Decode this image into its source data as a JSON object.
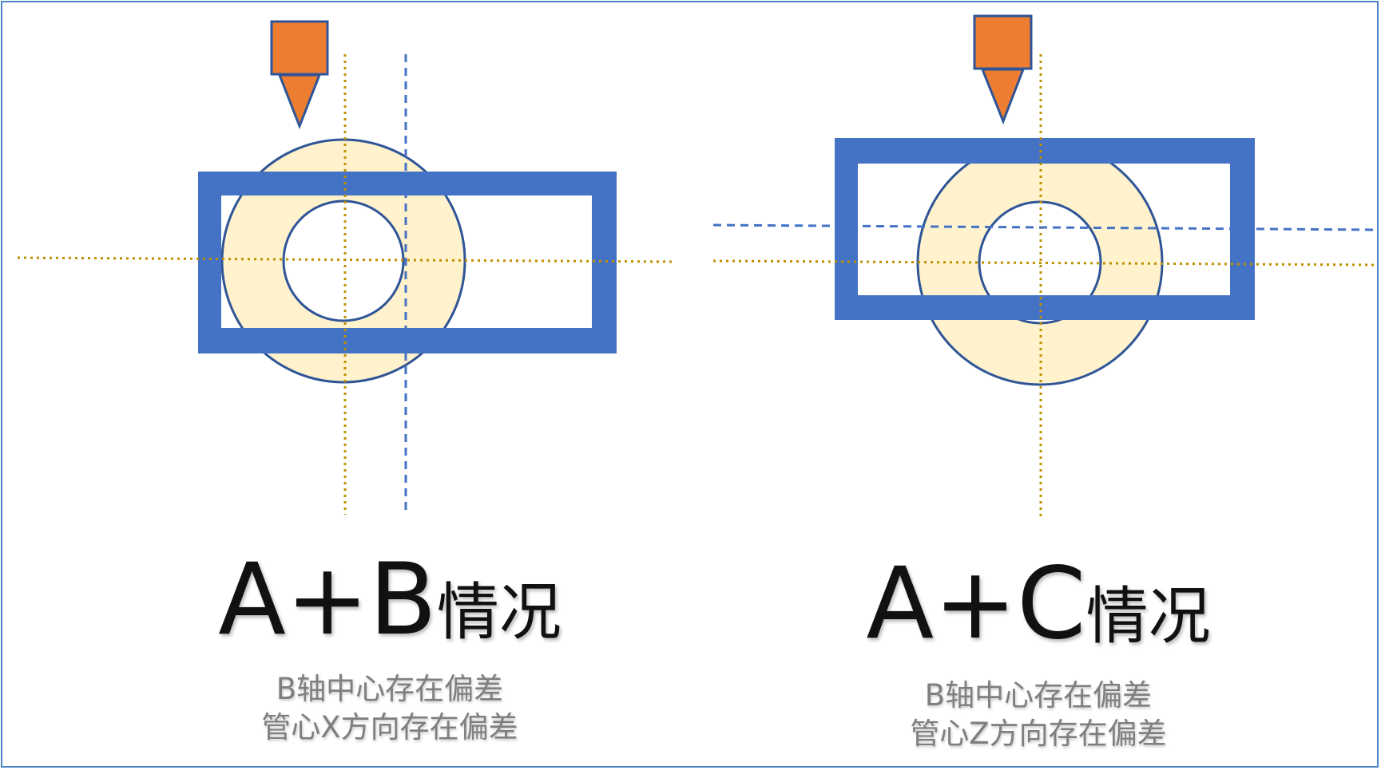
{
  "colors": {
    "frame": "#4a86c8",
    "nozzle": "#ed7d31",
    "nozzle_outline": "#2f5597",
    "ring_fill": "#fff2cc",
    "ring_outline": "#2f5597",
    "bracket": "#4472c4",
    "axis_reference": "#bf9000",
    "axis_offset": "#4472c4",
    "title_text": "#111111",
    "note_text": "#7f7f7f"
  },
  "cases": [
    {
      "title_main": "A+B",
      "title_suffix": "情况",
      "note_line1": "B轴中心存在偏差",
      "note_line2": "管心X方向存在偏差"
    },
    {
      "title_main": "A+C",
      "title_suffix": "情况",
      "note_line1": "B轴中心存在偏差",
      "note_line2": "管心Z方向存在偏差"
    }
  ]
}
